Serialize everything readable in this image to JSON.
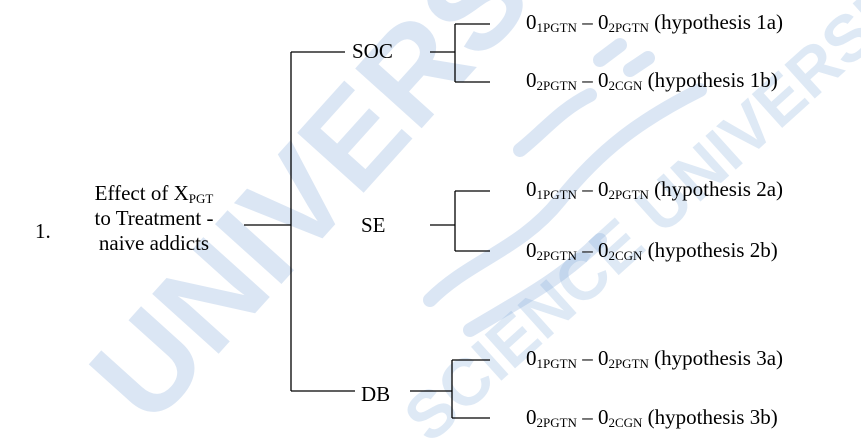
{
  "watermark": {
    "left_text": "UNIVERSITI SAINS",
    "right_text": "SCIENCE UNIVERSITY OF",
    "color": "#7da6d8"
  },
  "item": {
    "number": "1.",
    "effect_line1_prefix": "Effect of X",
    "effect_line1_sub": "PGT",
    "effect_line2": "to Treatment -",
    "effect_line3": "naive addicts"
  },
  "branches": [
    {
      "label": "SOC",
      "hypotheses": [
        {
          "a": "0",
          "a_sub": "1PGTN",
          "sep": " – ",
          "b": "0",
          "b_sub": "2PGTN",
          "label": " (hypothesis 1a)"
        },
        {
          "a": "0",
          "a_sub": "2PGTN",
          "sep": " – ",
          "b": "0",
          "b_sub": "2CGN",
          "label": " (hypothesis 1b)"
        }
      ]
    },
    {
      "label": "SE",
      "hypotheses": [
        {
          "a": "0",
          "a_sub": "1PGTN",
          "sep": " – ",
          "b": "0",
          "b_sub": "2PGTN",
          "label": " (hypothesis 2a)"
        },
        {
          "a": "0",
          "a_sub": "2PGTN",
          "sep": " – ",
          "b": "0",
          "b_sub": "2CGN",
          "label": " (hypothesis 2b)"
        }
      ]
    },
    {
      "label": "DB",
      "hypotheses": [
        {
          "a": "0",
          "a_sub": "1PGTN",
          "sep": " – ",
          "b": "0",
          "b_sub": "2PGTN",
          "label": " (hypothesis 3a)"
        },
        {
          "a": "0",
          "a_sub": "2PGTN",
          "sep": " – ",
          "b": "0",
          "b_sub": "2CGN",
          "label": " (hypothesis 3b)"
        }
      ]
    }
  ]
}
